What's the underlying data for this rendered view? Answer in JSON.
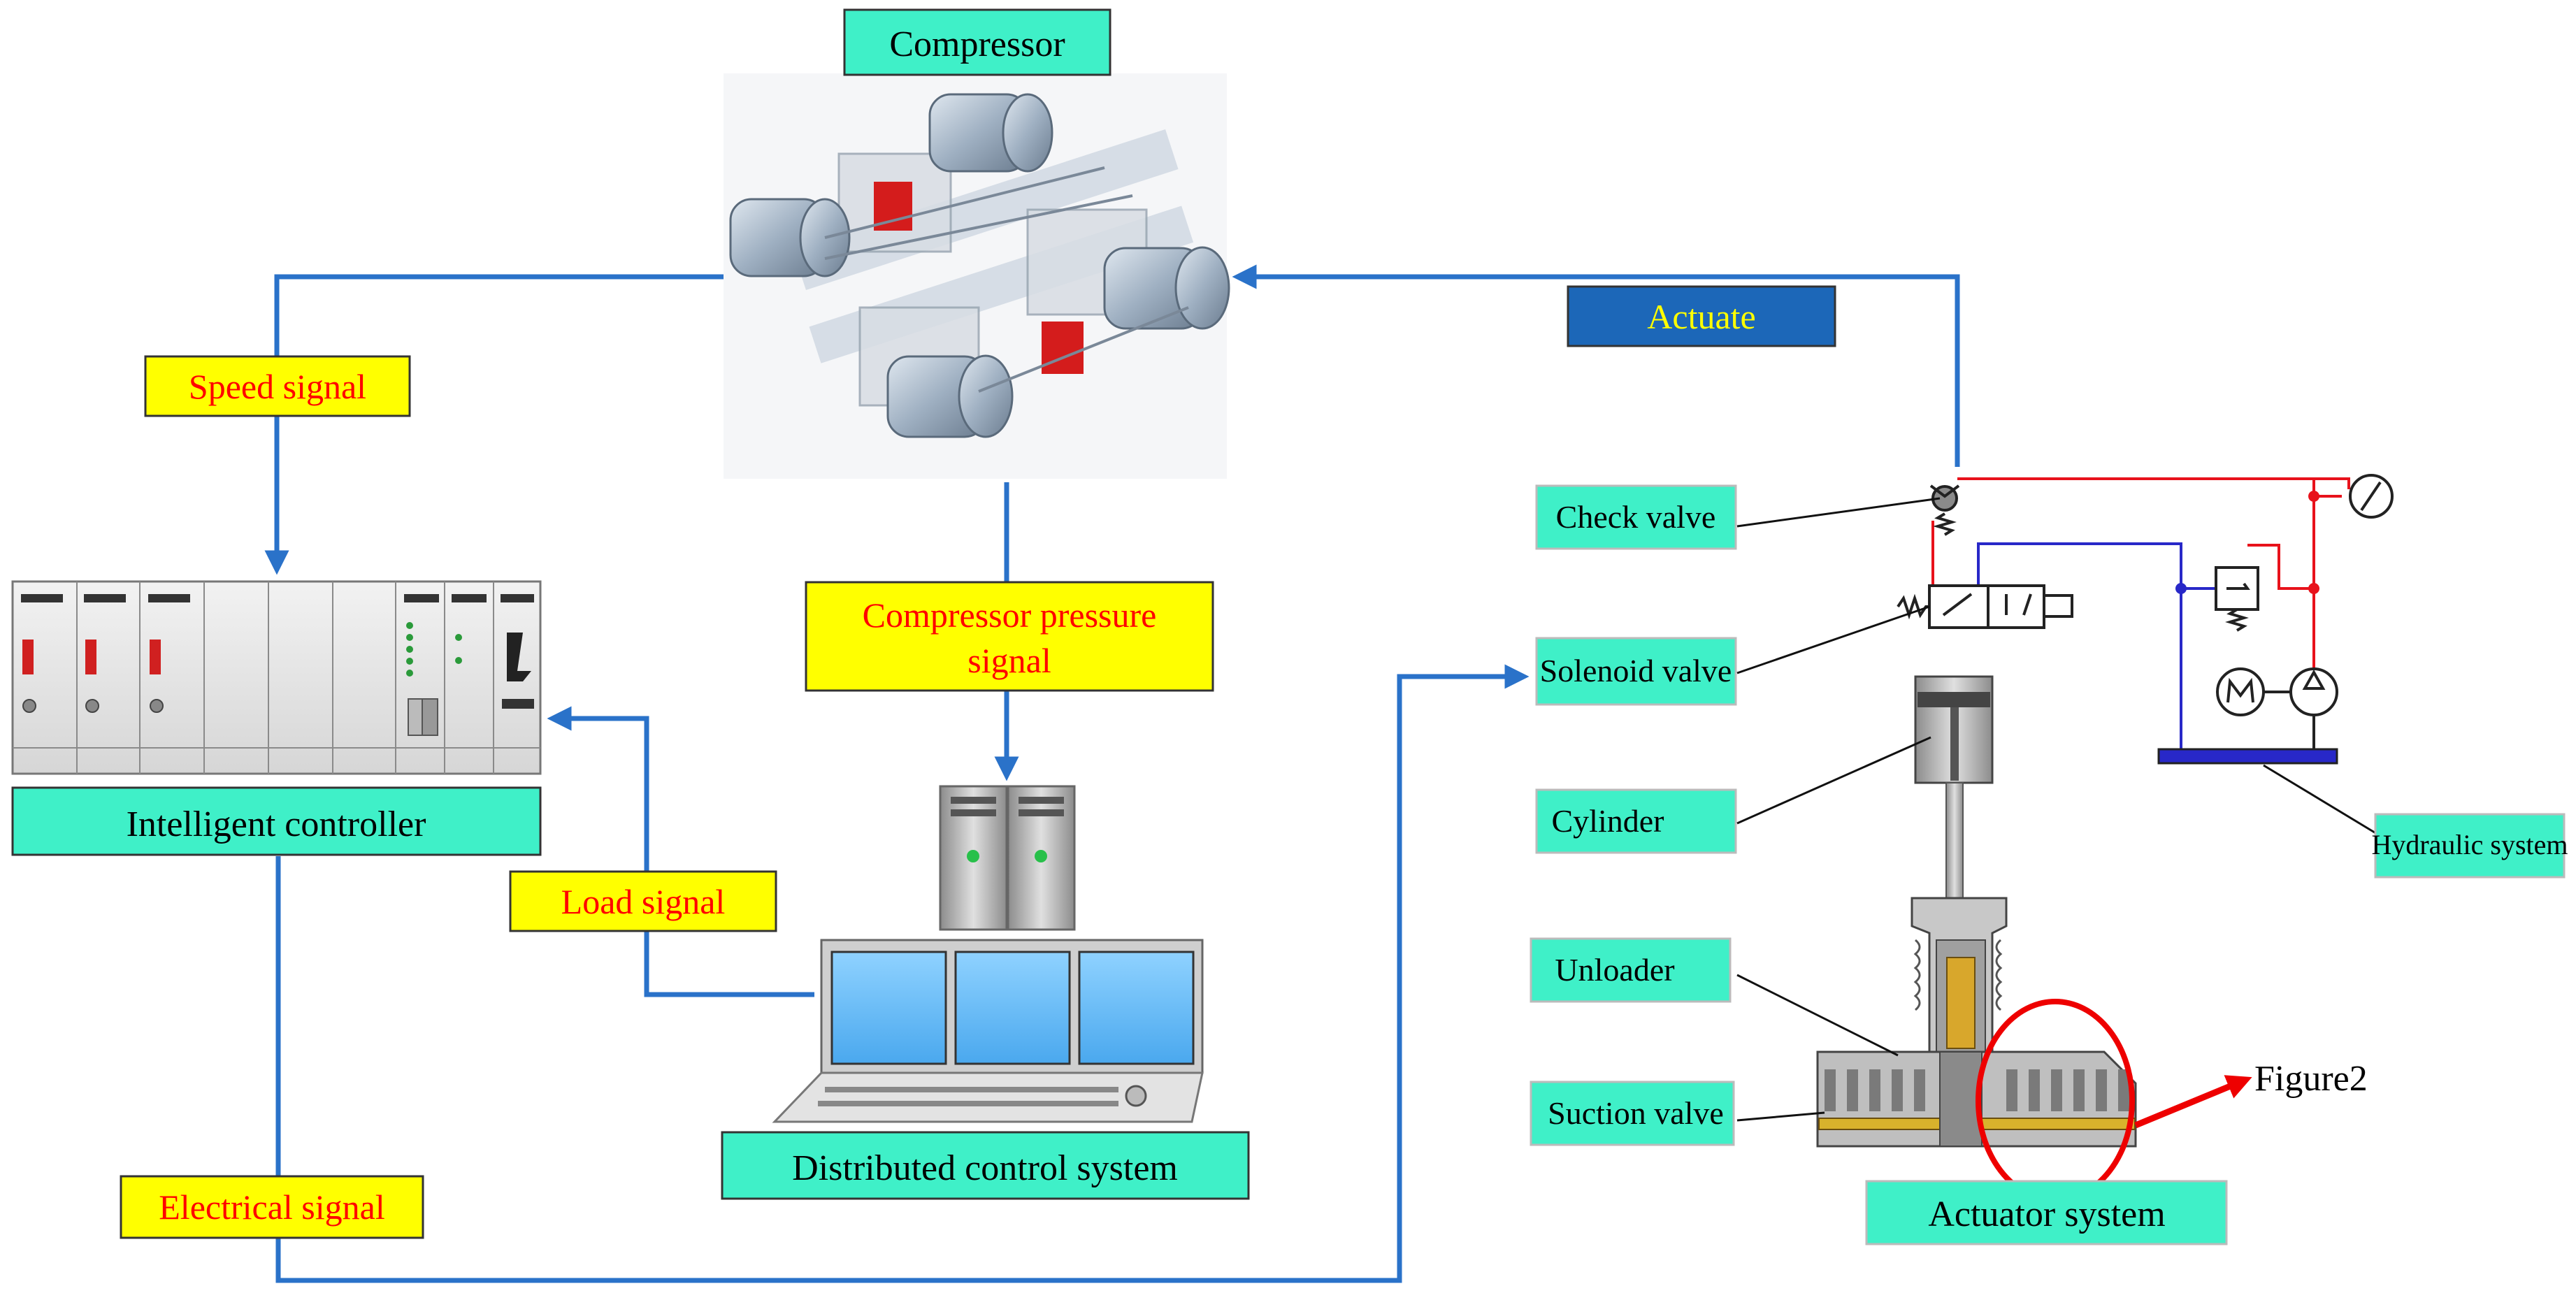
{
  "colors": {
    "flow_arrow": "#2a72c9",
    "teal_box": "#3ff0c8",
    "yellow_box": "#ffff00",
    "actuate_box": "#1c67b8",
    "hydraulic_red": "#e8121b",
    "hydraulic_blue": "#2828c8",
    "highlight_red": "#ee0000"
  },
  "labels": {
    "compressor": "Compressor",
    "speed_signal": "Speed signal",
    "actuate": "Actuate",
    "compressor_pressure_line1": "Compressor pressure",
    "compressor_pressure_line2": "signal",
    "intelligent_controller": "Intelligent controller",
    "load_signal": "Load signal",
    "distributed_control_system": "Distributed control system",
    "electrical_signal": "Electrical signal",
    "check_valve": "Check valve",
    "solenoid_valve": "Solenoid valve",
    "cylinder": "Cylinder",
    "unloader": "Unloader",
    "suction_valve": "Suction valve",
    "hydraulic_system": "Hydraulic system",
    "actuator_system": "Actuator system",
    "figure2": "Figure2"
  },
  "icons": {
    "compressor_image": "compressor-icon",
    "controller_rack": "controller-rack-icon",
    "dcs_workstation": "dcs-workstation-icon",
    "actuator_mechanism": "actuator-icon",
    "hydraulic_circuit": "hydraulic-circuit-icon"
  }
}
